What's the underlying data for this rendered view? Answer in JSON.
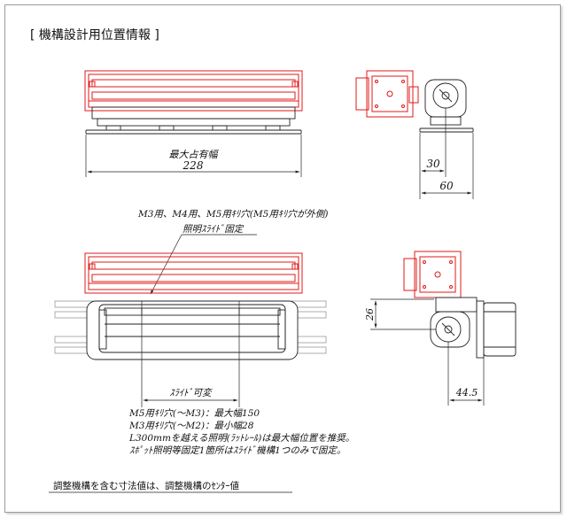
{
  "title": "[ 機構設計用位置情報 ]",
  "top_view": {
    "width_label": "最大占有幅",
    "width_value": "228",
    "side_dim_inner": "30",
    "side_dim_outer": "60"
  },
  "bottom_view": {
    "callout_line1": "M3用、M4用、M5用ｷﾘ穴(M5用ｷﾘ穴が外側)",
    "callout_line2": "照明ｽﾗｲﾄﾞ固定",
    "slide_label": "ｽﾗｲﾄﾞ可変",
    "notes": [
      "M5用ｷﾘ穴(～M3)：最大幅150",
      "M3用ｷﾘ穴(～M2)：最小幅28",
      "L300mmを越える照明(ﾗｯﾄﾚｰﾙ)は最大幅位置を推奨。",
      "ｽﾎﾟｯﾄ照明等固定1箇所はｽﾗｲﾄﾞ機構1つのみで固定。"
    ],
    "side_dim_vertical": "26",
    "side_dim_horizontal": "44.5"
  },
  "footer_note": "調整機構を含む寸法値は、調整機構のｾﾝﾀｰ値"
}
